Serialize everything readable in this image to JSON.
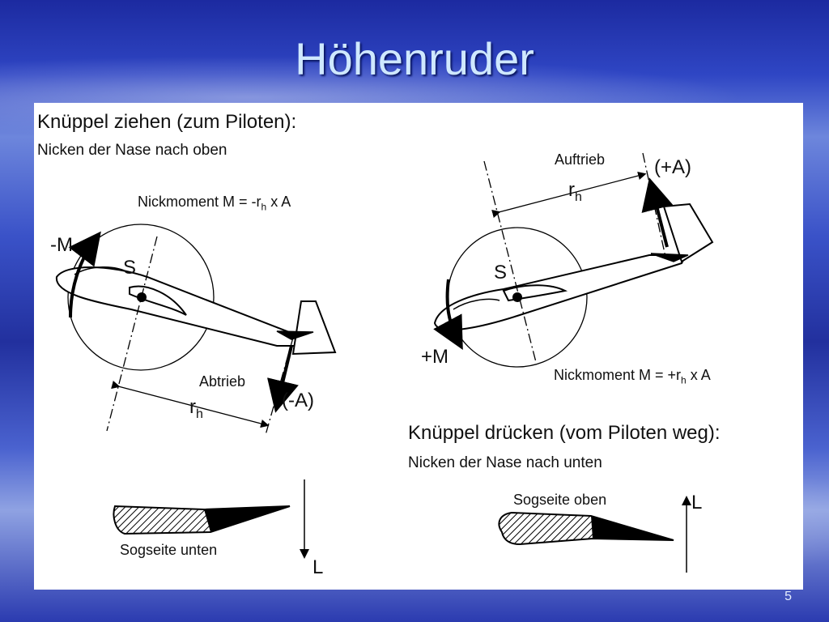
{
  "slide": {
    "title": "Höhenruder",
    "page_number": "5"
  },
  "left": {
    "heading": "Knüppel ziehen (zum Piloten):",
    "subheading": "Nicken der Nase nach oben",
    "moment_formula": "Nickmoment M = -r",
    "moment_formula_sub": "h",
    "moment_formula_tail": " x A",
    "moment_label": "-M",
    "cg_label": "S",
    "force_name": "Abtrieb",
    "force_label": "(-A)",
    "arm_label": "r",
    "arm_sub": "h",
    "airfoil_label": "Sogseite unten",
    "lift_label": "L"
  },
  "right": {
    "heading": "Knüppel drücken (vom Piloten weg):",
    "subheading": "Nicken der Nase nach unten",
    "moment_formula": "Nickmoment M = +r",
    "moment_formula_sub": "h",
    "moment_formula_tail": " x A",
    "moment_label": "+M",
    "cg_label": "S",
    "force_name": "Auftrieb",
    "force_label": "(+A)",
    "arm_label": "r",
    "arm_sub": "h",
    "airfoil_label": "Sogseite oben",
    "lift_label": "L"
  }
}
